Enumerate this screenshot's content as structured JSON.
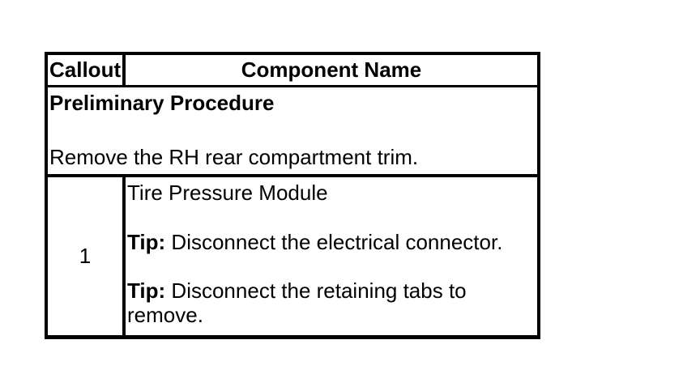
{
  "table": {
    "header": {
      "callout_label": "Callout",
      "component_label": "Component Name"
    },
    "preliminary": {
      "title": "Preliminary Procedure",
      "instruction": "Remove the RH rear compartment trim."
    },
    "rows": [
      {
        "callout": "1",
        "component": "Tire Pressure Module",
        "tips": [
          {
            "label": "Tip:",
            "text": "Disconnect the electrical connector."
          },
          {
            "label": "Tip:",
            "text": "Disconnect the retaining tabs to remove."
          }
        ]
      }
    ],
    "colors": {
      "border": "#000000",
      "background": "#ffffff",
      "text": "#000000"
    }
  }
}
